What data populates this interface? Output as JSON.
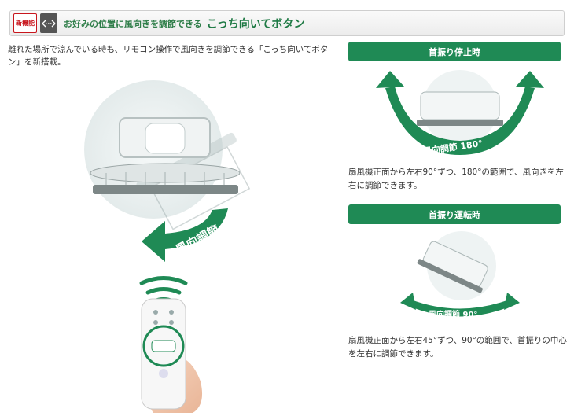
{
  "header": {
    "new_badge": "新機能",
    "icon": "double-arrow-icon",
    "subtitle": "お好みの位置に風向きを調節できる",
    "title": "こっち向いてボタン"
  },
  "intro": "離れた場所で涼んでいる時も、リモコン操作で風向きを調節できる「こっち向いてボタン」を新搭載。",
  "main_illustration": {
    "arrow_label": "風向調節"
  },
  "stopped": {
    "heading": "首振り停止時",
    "arrow_label": "風向調節 180°",
    "description": "扇風機正面から左右90°ずつ、180°の範囲で、風向きを左右に調節できます。"
  },
  "oscillating": {
    "heading": "首振り運転時",
    "arrow_label": "風向調節 90°",
    "description": "扇風機正面から左右45°ずつ、90°の範囲で、首振りの中心を左右に調節できます。"
  },
  "colors": {
    "brand_green": "#1f8a55",
    "badge_red": "#c8161d"
  }
}
